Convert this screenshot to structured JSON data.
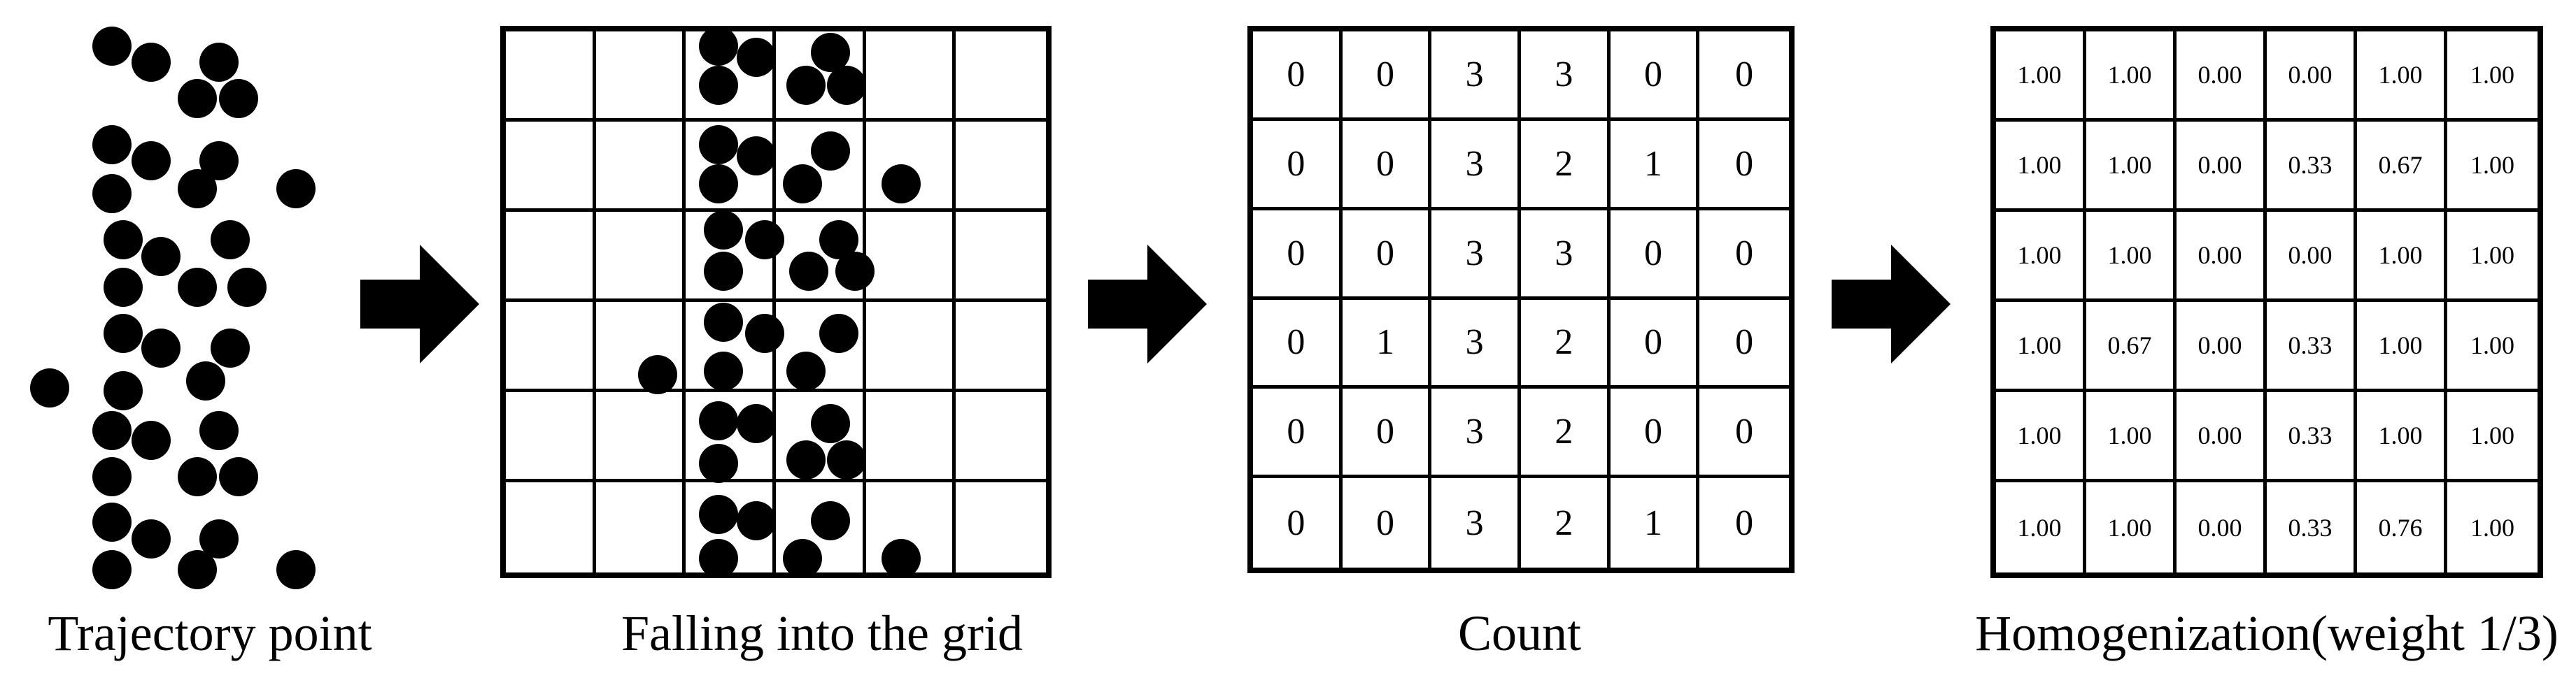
{
  "panels": {
    "trajectory": {
      "caption": "Trajectory point"
    },
    "grid": {
      "caption": "Falling into the grid"
    },
    "count": {
      "caption": "Count",
      "rows": [
        [
          "0",
          "0",
          "3",
          "3",
          "0",
          "0"
        ],
        [
          "0",
          "0",
          "3",
          "2",
          "1",
          "0"
        ],
        [
          "0",
          "0",
          "3",
          "3",
          "0",
          "0"
        ],
        [
          "0",
          "1",
          "3",
          "2",
          "0",
          "0"
        ],
        [
          "0",
          "0",
          "3",
          "2",
          "0",
          "0"
        ],
        [
          "0",
          "0",
          "3",
          "2",
          "1",
          "0"
        ]
      ]
    },
    "homogenization": {
      "caption": "Homogenization(weight 1/3)",
      "rows": [
        [
          "1.00",
          "1.00",
          "0.00",
          "0.00",
          "1.00",
          "1.00"
        ],
        [
          "1.00",
          "1.00",
          "0.00",
          "0.33",
          "0.67",
          "1.00"
        ],
        [
          "1.00",
          "1.00",
          "0.00",
          "0.00",
          "1.00",
          "1.00"
        ],
        [
          "1.00",
          "0.67",
          "0.00",
          "0.33",
          "1.00",
          "1.00"
        ],
        [
          "1.00",
          "1.00",
          "0.00",
          "0.33",
          "1.00",
          "1.00"
        ],
        [
          "1.00",
          "1.00",
          "0.00",
          "0.33",
          "0.76",
          "1.00"
        ]
      ]
    }
  },
  "arrows": [
    "right-arrow-icon",
    "right-arrow-icon",
    "right-arrow-icon"
  ],
  "colors": {
    "ink": "#000000",
    "paper": "#ffffff"
  }
}
